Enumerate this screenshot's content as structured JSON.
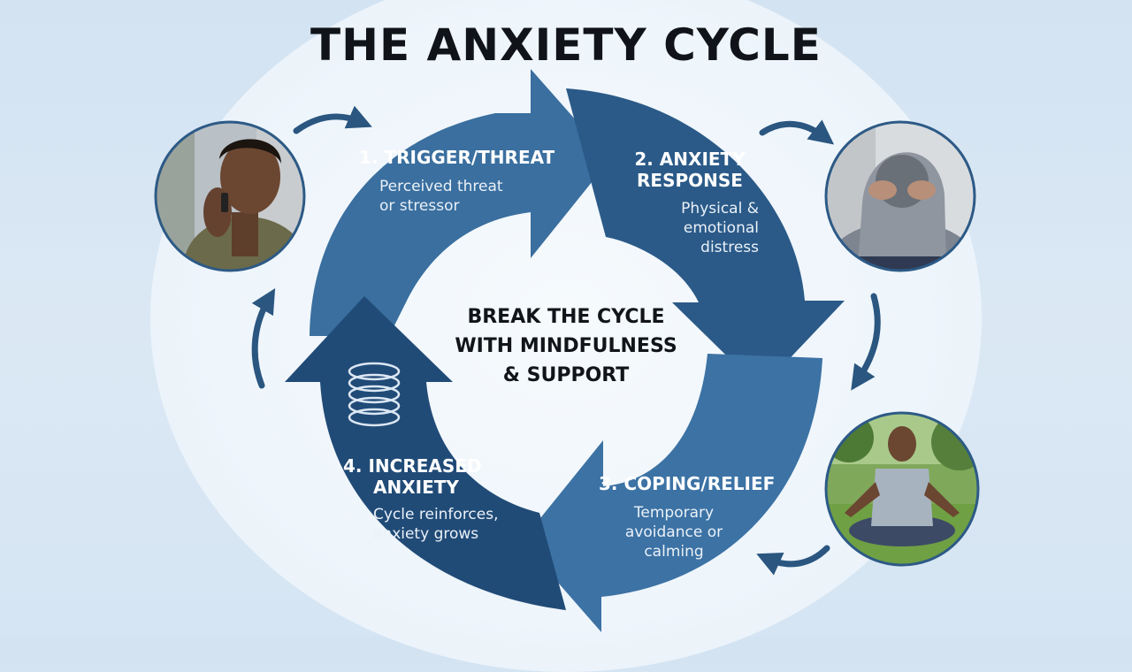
{
  "title": "THE ANXIETY CYCLE",
  "center_text": [
    "BREAK THE CYCLE",
    "WITH MINDFULNESS",
    "& SUPPORT"
  ],
  "stages": [
    {
      "title": [
        "1. TRIGGER/THREAT"
      ],
      "desc": [
        "Perceived threat",
        "or stressor"
      ]
    },
    {
      "title": [
        "2. ANXIETY",
        "RESPONSE"
      ],
      "desc": [
        "Physical &",
        "emotional",
        "distress"
      ]
    },
    {
      "title": [
        "3. COPING/RELIEF"
      ],
      "desc": [
        "Temporary",
        "avoidance or",
        "calming"
      ]
    },
    {
      "title": [
        "4. INCREASED",
        "ANXIETY"
      ],
      "desc": [
        "Cycle reinforces,",
        "anxiety grows"
      ]
    }
  ],
  "icons": {
    "stage4": "spring-coil-icon",
    "photo1": "man-on-phone-photo",
    "photo2": "hooded-person-distressed-photo",
    "photo3": "man-meditating-photo"
  },
  "colors": {
    "arrow_1": "#3a6f9f",
    "arrow_2": "#2b5a88",
    "arrow_3": "#3c72a4",
    "arrow_4": "#214b77",
    "connector": "#2a5680",
    "background": "#d6e5f3"
  }
}
